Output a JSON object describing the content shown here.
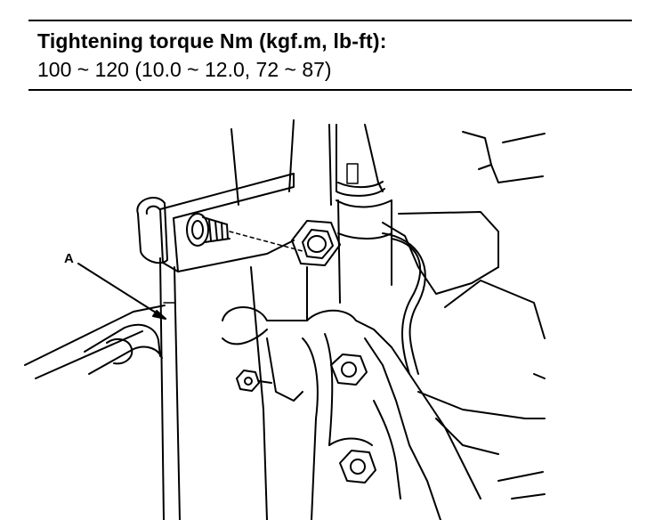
{
  "spec": {
    "title": "Tightening torque Nm (kgf.m, lb-ft):",
    "value": "100 ~ 120 (10.0 ~ 12.0, 72 ~ 87)"
  },
  "callouts": {
    "a": "A"
  }
}
